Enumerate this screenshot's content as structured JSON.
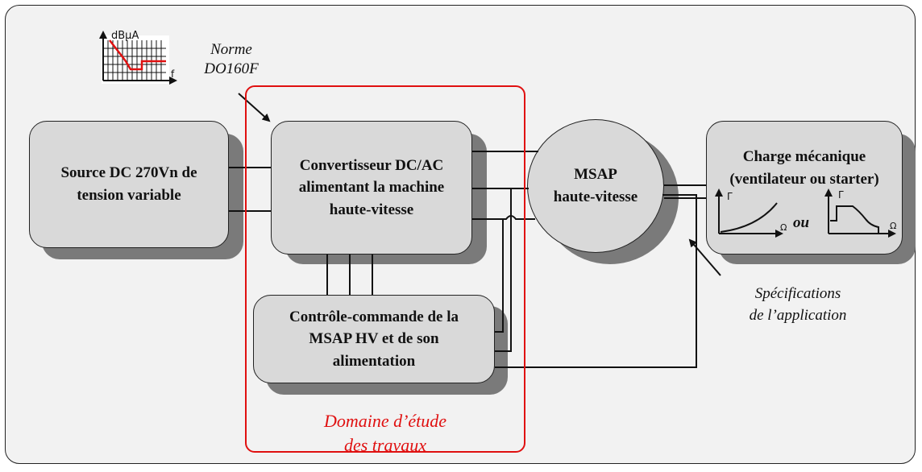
{
  "blocks": {
    "source": {
      "lines": [
        "Source DC 270Vn de",
        "tension variable"
      ]
    },
    "converter": {
      "lines": [
        "Convertisseur DC/AC",
        "alimentant la machine",
        "haute-vitesse"
      ]
    },
    "motor": {
      "lines": [
        "MSAP",
        "haute-vitesse"
      ]
    },
    "load": {
      "lines": [
        "Charge mécanique",
        "(ventilateur ou starter)"
      ]
    },
    "control": {
      "lines": [
        "Contrôle-commande de la",
        "MSAP HV et de son",
        "alimentation"
      ]
    }
  },
  "domain": {
    "lines": [
      "Domaine d’étude",
      "des travaux"
    ],
    "color": "#e01010"
  },
  "norme": {
    "lines": [
      "Norme",
      "DO160F"
    ]
  },
  "specs": {
    "lines": [
      "Spécifications",
      "de l’application"
    ]
  },
  "emi_chart": {
    "y_unit": "dBµA",
    "x_unit": "f"
  },
  "load_curves": {
    "y_label": "Γ",
    "x_label": "Ω",
    "separator": "ou"
  },
  "colors": {
    "block_fill": "#d9d9d9",
    "shadow": "#7a7a7a",
    "panel": "#f2f2f2",
    "accent": "#e01010"
  }
}
